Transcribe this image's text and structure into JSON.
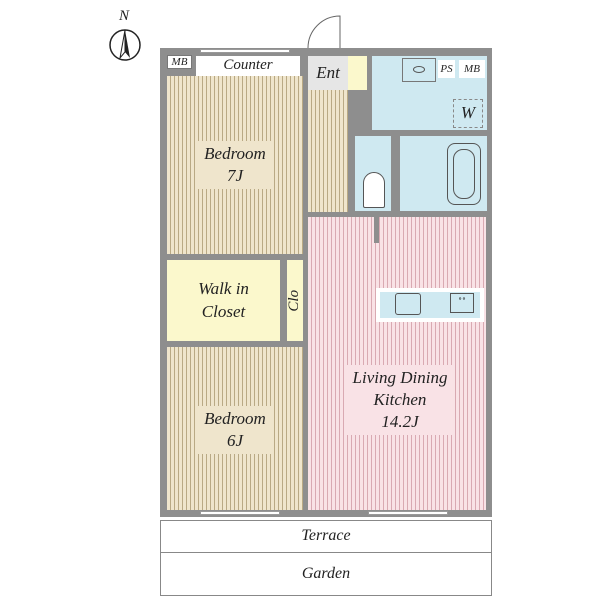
{
  "compass": {
    "label": "N"
  },
  "rooms": {
    "bedroom1": {
      "name": "Bedroom",
      "size": "7J"
    },
    "bedroom2": {
      "name": "Bedroom",
      "size": "6J"
    },
    "ldk": {
      "line1": "Living Dining",
      "line2": "Kitchen",
      "size": "14.2J"
    },
    "walkin": {
      "line1": "Walk in",
      "line2": "Closet"
    },
    "closet": "Clo",
    "counter": "Counter",
    "entrance": "Ent",
    "mb_left": "MB",
    "mb_right": "MB",
    "ps": "PS",
    "washer": "W",
    "terrace": "Terrace",
    "garden": "Garden"
  },
  "colors": {
    "wall": "#8e8e8e",
    "bedroom": "#efe5cc",
    "ldk": "#f9e2e6",
    "wet": "#cfe9f1",
    "closet": "#fbf8cc"
  }
}
